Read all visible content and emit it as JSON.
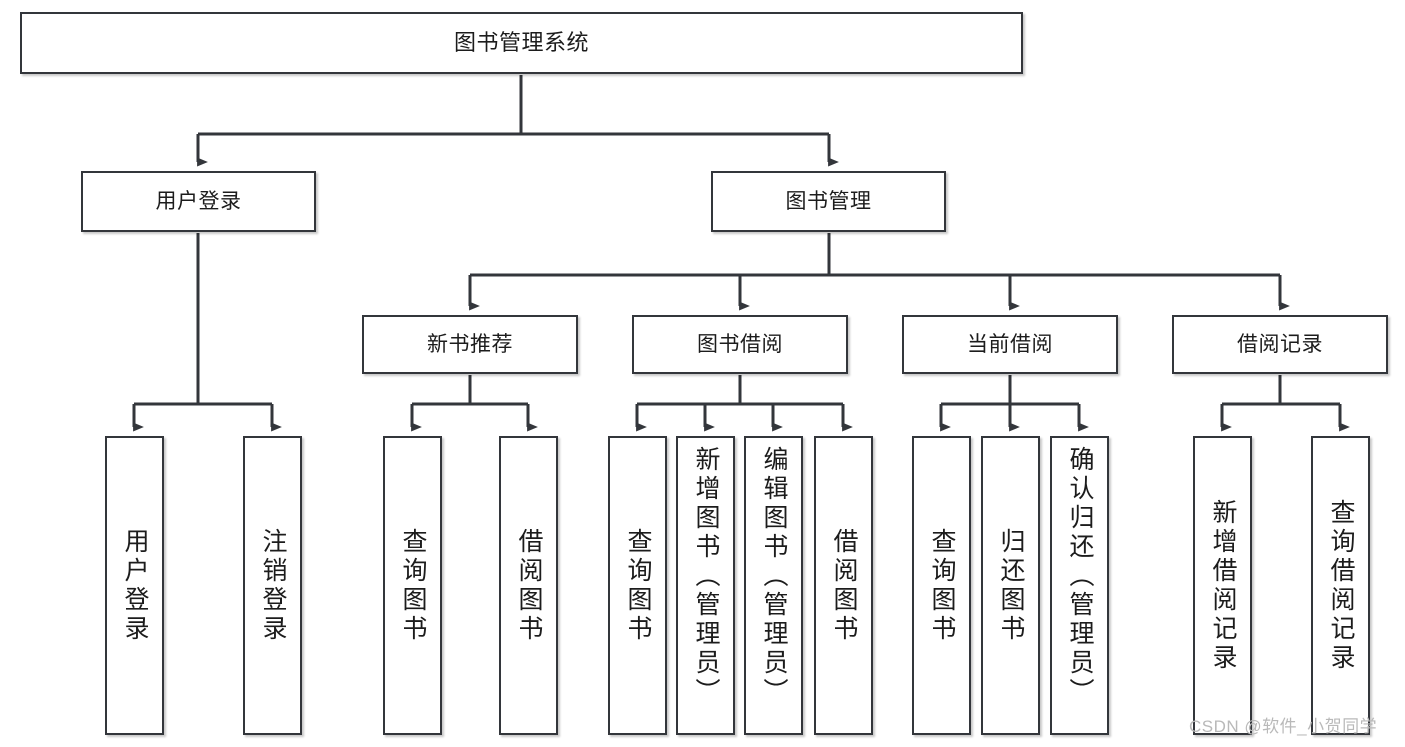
{
  "diagram": {
    "title": "图书管理系统",
    "watermark": "CSDN @软件_小贺同学",
    "line_color": "#33363b",
    "box_border_color": "#33363b",
    "box_fill": "#ffffff",
    "text_color": "#1c1c1c",
    "levels": {
      "root": {
        "label": "图书管理系统"
      },
      "level2": [
        {
          "label": "用户登录"
        },
        {
          "label": "图书管理"
        }
      ],
      "level3": [
        {
          "label": "新书推荐"
        },
        {
          "label": "图书借阅"
        },
        {
          "label": "当前借阅"
        },
        {
          "label": "借阅记录"
        }
      ],
      "leaves": [
        {
          "label": "用户登录",
          "parent": "用户登录"
        },
        {
          "label": "注销登录",
          "parent": "用户登录"
        },
        {
          "label": "查询图书",
          "parent": "新书推荐"
        },
        {
          "label": "借阅图书",
          "parent": "新书推荐"
        },
        {
          "label": "查询图书",
          "parent": "图书借阅"
        },
        {
          "label": "新增图书（管理员）",
          "parent": "图书借阅"
        },
        {
          "label": "编辑图书（管理员）",
          "parent": "图书借阅"
        },
        {
          "label": "借阅图书",
          "parent": "图书借阅"
        },
        {
          "label": "查询图书",
          "parent": "当前借阅"
        },
        {
          "label": "归还图书",
          "parent": "当前借阅"
        },
        {
          "label": "确认归还（管理员）",
          "parent": "当前借阅"
        },
        {
          "label": "新增借阅记录",
          "parent": "借阅记录"
        },
        {
          "label": "查询借阅记录",
          "parent": "借阅记录"
        }
      ]
    }
  }
}
